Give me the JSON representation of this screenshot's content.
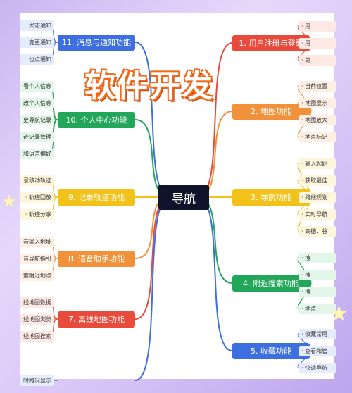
{
  "title": "软件开发",
  "center": "导航",
  "right": [
    {
      "label": "1. 用户注册与登录",
      "color": "#e84a3c",
      "leaf_bg": "#fde8e4",
      "leaves": [
        "· 用",
        "· 用",
        "· 第"
      ]
    },
    {
      "label": "2. 地图功能",
      "color": "#f1913a",
      "leaf_bg": "#fdefe3",
      "leaves": [
        "· 当前位置",
        "· 地图显示",
        "· 地图放大",
        "· 地点标记"
      ]
    },
    {
      "label": "3. 导航功能",
      "color": "#f2c21b",
      "leaf_bg": "#fdf6dc",
      "leaves": [
        "· 输入起始",
        "· 获取最佳",
        "· 路线规划",
        "· 实时导航",
        "· 高德、谷"
      ]
    },
    {
      "label": "4. 附近搜索功能",
      "color": "#22a65a",
      "leaf_bg": "#e4f5ea",
      "leaves": [
        "· 搜",
        "· 搜",
        "· 搜",
        "· 地点"
      ]
    },
    {
      "label": "5. 收藏功能",
      "color": "#3d6fe0",
      "leaf_bg": "#e5ecfb",
      "leaves": [
        "· 收藏常用",
        "· 查看和管",
        "· 快速导航"
      ]
    }
  ],
  "left": [
    {
      "label": "11. 消息与通知功能",
      "color": "#3d6fe0",
      "leaf_bg": "#e5ecfb",
      "leaves": [
        "犬态通知",
        "变更通知",
        "也点通知"
      ]
    },
    {
      "label": "10. 个人中心功能",
      "color": "#22a65a",
      "leaf_bg": "#e4f5ea",
      "leaves": [
        "看个人信息",
        "改个人信息",
        "史导航记录",
        "迹记录管理",
        "和语言偏好"
      ]
    },
    {
      "label": "9. 记录轨迹功能",
      "color": "#f2c21b",
      "leaf_bg": "#fdf6dc",
      "leaves": [
        "录移动轨迹",
        "· 轨迹回放",
        "· 轨迹分享"
      ]
    },
    {
      "label": "8. 语音助手功能",
      "color": "#f1913a",
      "leaf_bg": "#fdefe3",
      "leaves": [
        "音输入地址",
        "音导航指引",
        "索附近地点"
      ]
    },
    {
      "label": "7. 离线地图功能",
      "color": "#e84a3c",
      "leaf_bg": "#fde8e4",
      "leaves": [
        "线地图数据",
        "线地图浏览",
        "线地图搜索"
      ]
    },
    {
      "label": "",
      "color": "#3d6fe0",
      "leaf_bg": "#e5ecfb",
      "leaves": [
        "时路况显示"
      ]
    }
  ]
}
